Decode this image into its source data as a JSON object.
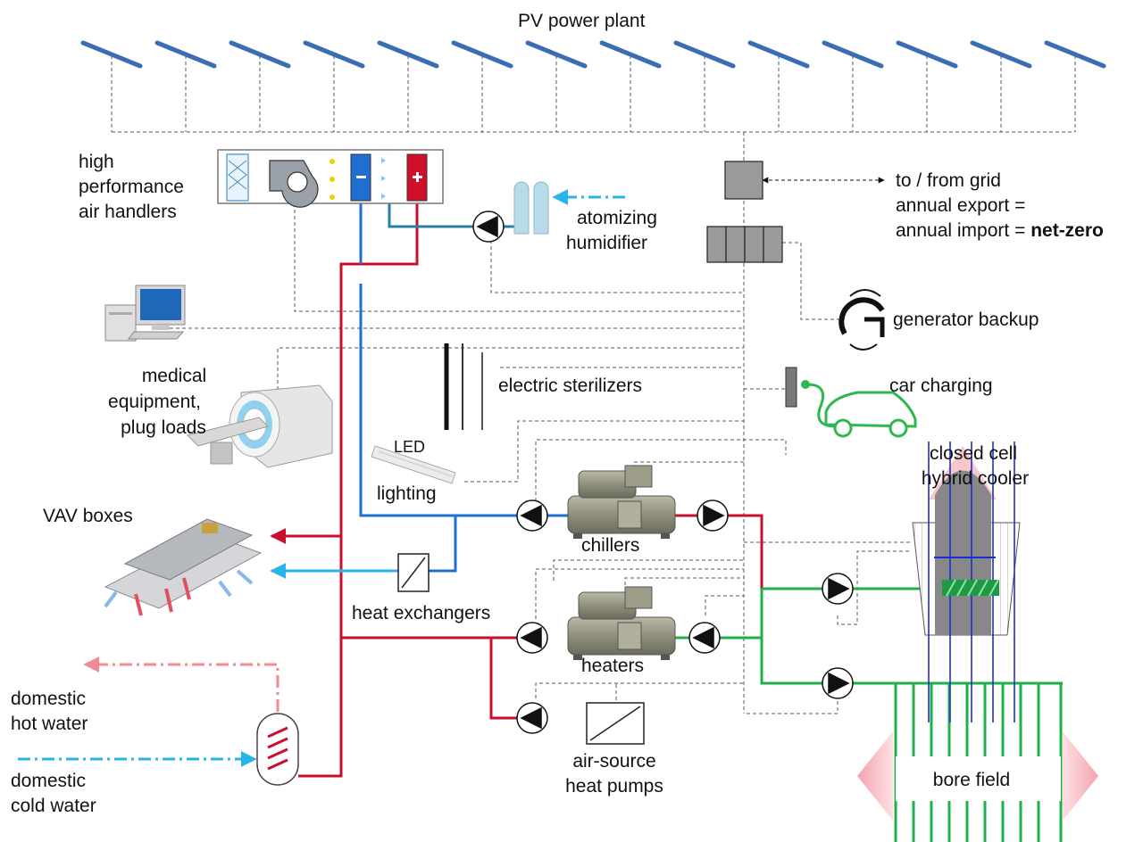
{
  "labels": {
    "pv_plant": "PV power plant",
    "air_handlers_1": "high",
    "air_handlers_2": "performance",
    "air_handlers_3": "air handlers",
    "humidifier_1": "atomizing",
    "humidifier_2": "humidifier",
    "grid_1": "to / from grid",
    "grid_2": "annual export =",
    "grid_3": "annual import = ",
    "grid_3_bold": "net-zero",
    "generator": "generator backup",
    "medical_1": "medical",
    "medical_2": "equipment,",
    "medical_3": "plug loads",
    "sterilizers": "electric sterilizers",
    "car_charging": "car charging",
    "led": "LED",
    "lighting": "lighting",
    "cooler_1": "closed cell",
    "cooler_2": "hybrid cooler",
    "vav": "VAV boxes",
    "chillers": "chillers",
    "heat_exchangers": "heat exchangers",
    "heaters": "heaters",
    "dhw_1": "domestic",
    "dhw_2": "hot water",
    "dcw_1": "domestic",
    "dcw_2": "cold water",
    "ashp_1": "air-source",
    "ashp_2": "heat pumps",
    "bore_field": "bore field"
  },
  "colors": {
    "hot_water": "#c8102e",
    "chilled_water": "#1f6fd1",
    "ground_loop": "#1fb04a",
    "cold_domestic": "#2ab3e8",
    "hot_domestic": "#f08a96",
    "humidifier_line": "#2a7fa0",
    "electric_dashed": "#555555",
    "pv_panel": "#3b6db5",
    "equipment": "#8a8a78",
    "borehole": "#1c2fd0"
  },
  "icons": [
    "pv-panel-icon",
    "air-handler-icon",
    "pump-icon",
    "chiller-icon",
    "heater-icon",
    "heat-exchanger-icon",
    "generator-icon",
    "car-charger-icon",
    "computer-icon",
    "mri-scanner-icon",
    "led-tube-icon",
    "sterilizer-icon",
    "cooling-tower-icon",
    "vav-box-icon",
    "water-heater-icon",
    "inverter-icon",
    "meter-icon"
  ]
}
